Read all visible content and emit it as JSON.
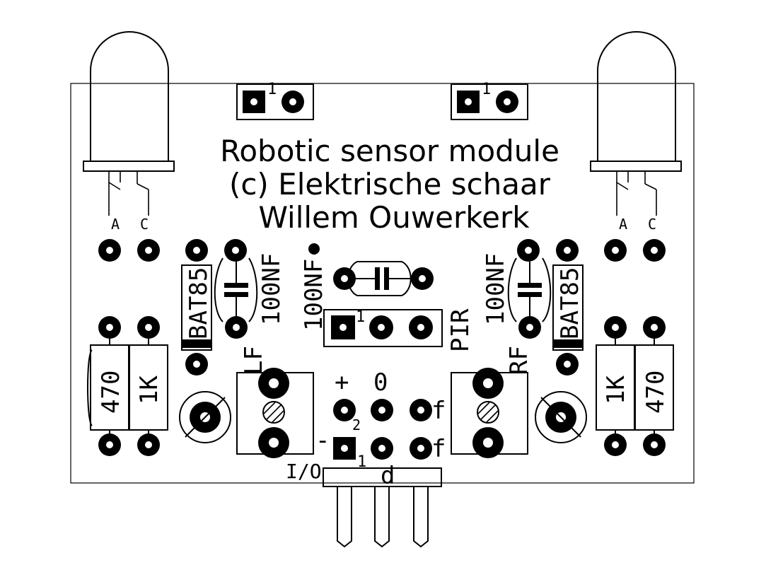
{
  "title": {
    "line1": "Robotic sensor module",
    "line2": "(c) Elektrische schaar",
    "line3": "Willem Ouwerkerk"
  },
  "labels": {
    "pin_a": "A",
    "pin_c": "C",
    "pin_1": "1",
    "pin_2": "2",
    "bat_left": "BAT85",
    "bat_right": "BAT85",
    "cap_left": "100NF",
    "cap_mid": "100NF",
    "cap_right": "100NF",
    "pir": "PIR",
    "lf": "LF",
    "rf": "RF",
    "res_470_left": "470",
    "res_1k_left": "1K",
    "res_1k_right": "1K",
    "res_470_right": "470",
    "plus": "+",
    "zero": "0",
    "f_top": "f",
    "f_bottom": "f",
    "io": "I/O",
    "d": "d",
    "minus": "-"
  },
  "colors": {
    "ink": "#000000",
    "background": "#ffffff"
  }
}
